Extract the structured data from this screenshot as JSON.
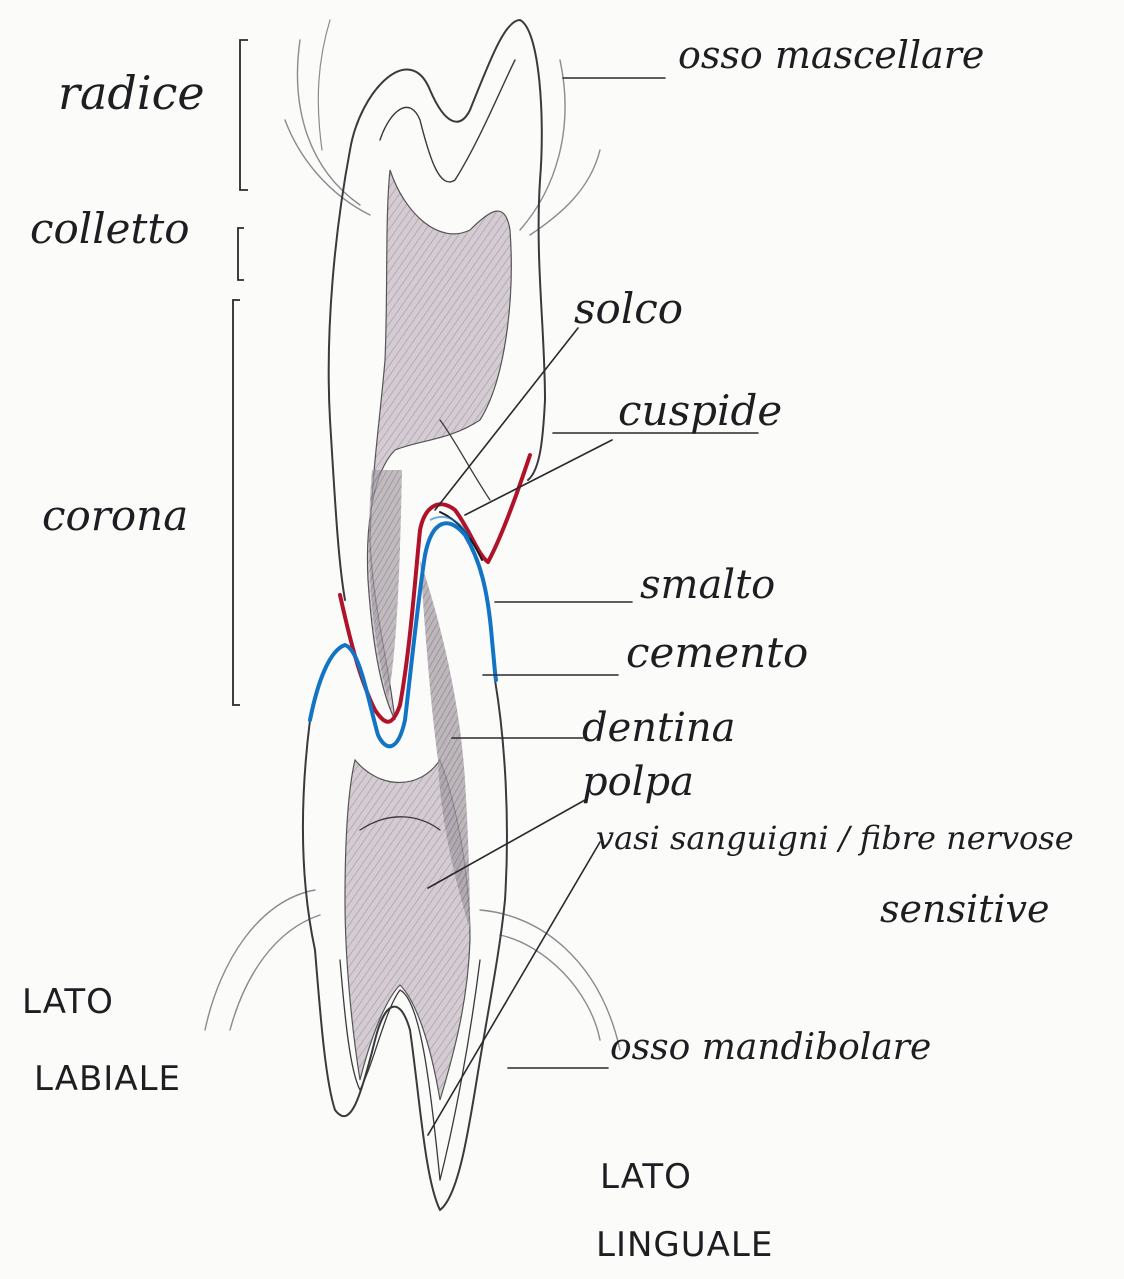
{
  "labels": {
    "radice": "radice",
    "colletto": "colletto",
    "corona": "corona",
    "osso_mascellare": "osso mascellare",
    "solco": "solco",
    "cuspide": "cuspide",
    "smalto": "smalto",
    "cemento": "cemento",
    "dentina": "dentina",
    "polpa": "polpa",
    "vasi_line1": "vasi sanguigni / fibre nervose",
    "vasi_line2": "sensitive",
    "osso_mandibolare": "osso mandibolare",
    "lato_labiale_line1": "LATO",
    "lato_labiale_line2": "LABIALE",
    "lato_linguale_line1": "LATO",
    "lato_linguale_line2": "LINGUALE"
  },
  "colors": {
    "paper": "#fbfbf9",
    "pencil": "#3a3a3e",
    "pulp_shading": "#cfc6cc",
    "enamel_red": "#b0122a",
    "cement_blue": "#1174c4"
  }
}
